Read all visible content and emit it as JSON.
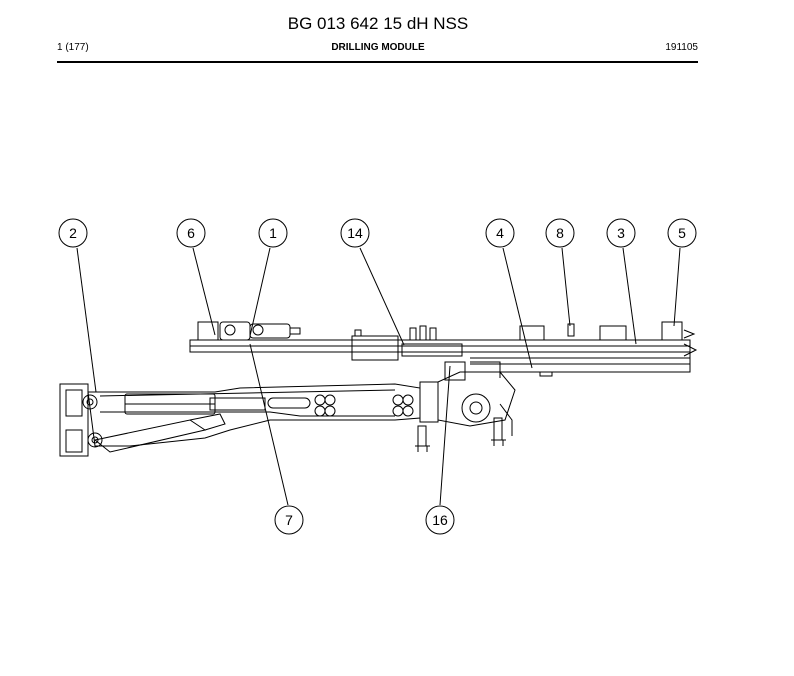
{
  "header": {
    "title": "BG 013 642 15 dH NSS",
    "page": "1 (177)",
    "section": "DRILLING MODULE",
    "date": "191105"
  },
  "callouts": [
    "2",
    "6",
    "1",
    "14",
    "4",
    "8",
    "3",
    "5",
    "7",
    "16"
  ]
}
